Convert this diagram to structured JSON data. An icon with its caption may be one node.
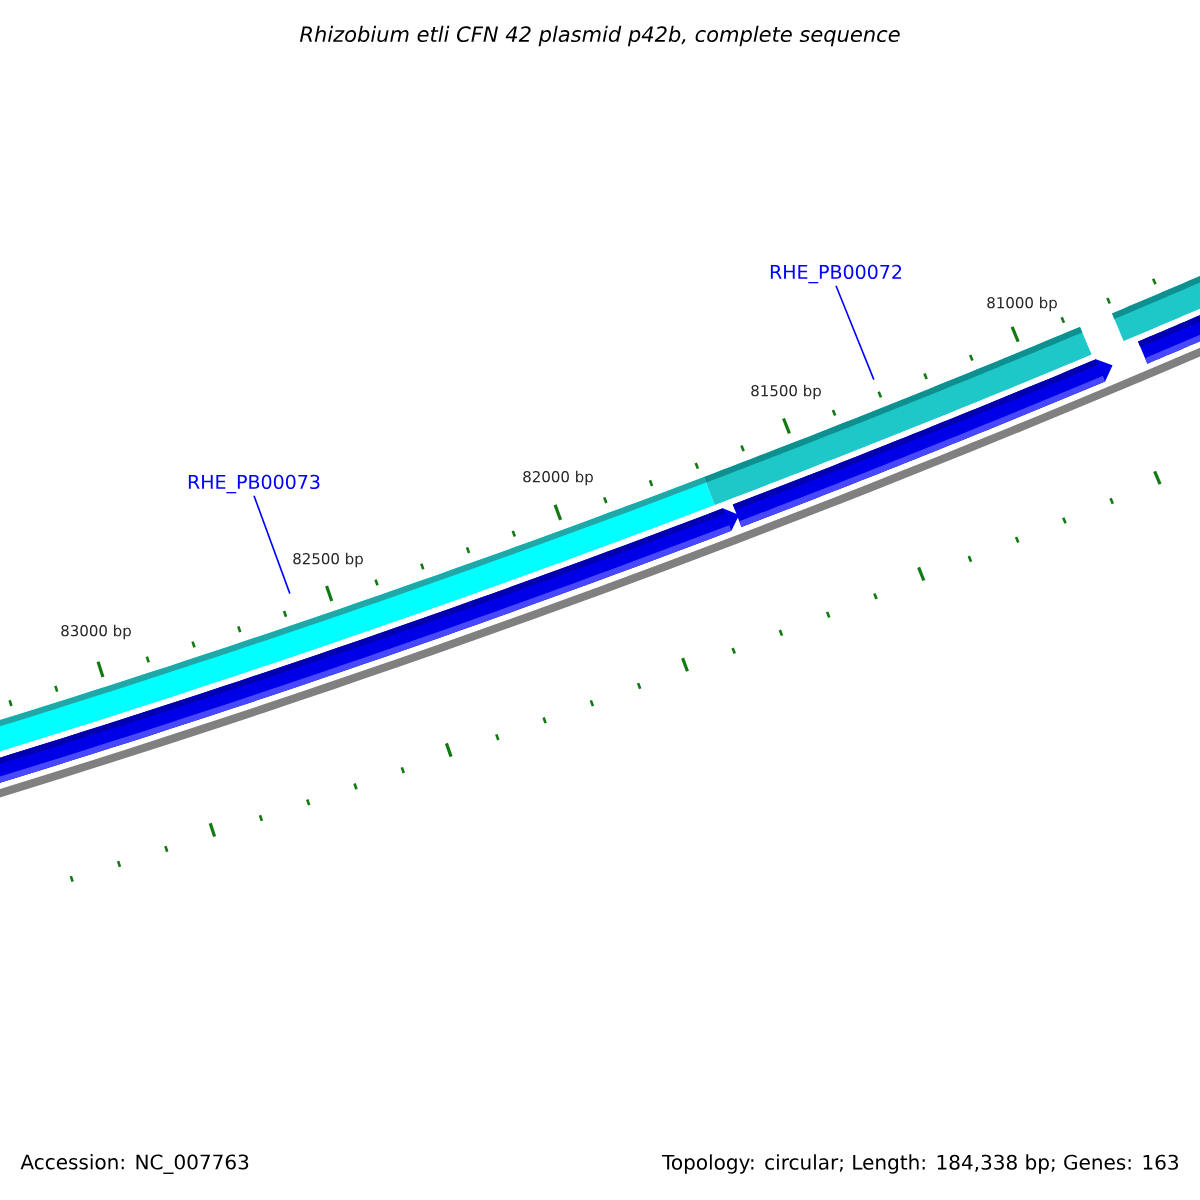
{
  "diagram": {
    "title": "Rhizobium etli CFN 42 plasmid p42b, complete sequence",
    "nodes": [
      {
        "text": [
          "RHE_PB00073"
        ]
      },
      {
        "text": [
          "RHE_PB00072"
        ]
      },
      {
        "text": [],
        "shape": "bar"
      },
      {
        "text": [],
        "shape": "bar"
      }
    ],
    "edges": [
      {
        "from": 0,
        "to": 2,
        "arrow": "none"
      },
      {
        "from": 1,
        "to": 3,
        "arrow": "none"
      }
    ],
    "labels": [
      "81000 bp",
      "81500 bp",
      "82000 bp",
      "82500 bp",
      "83000 bp",
      "Accession: NC_007763",
      "Topology: circular; Length: 184,338 bp; Genes: 163"
    ]
  }
}
